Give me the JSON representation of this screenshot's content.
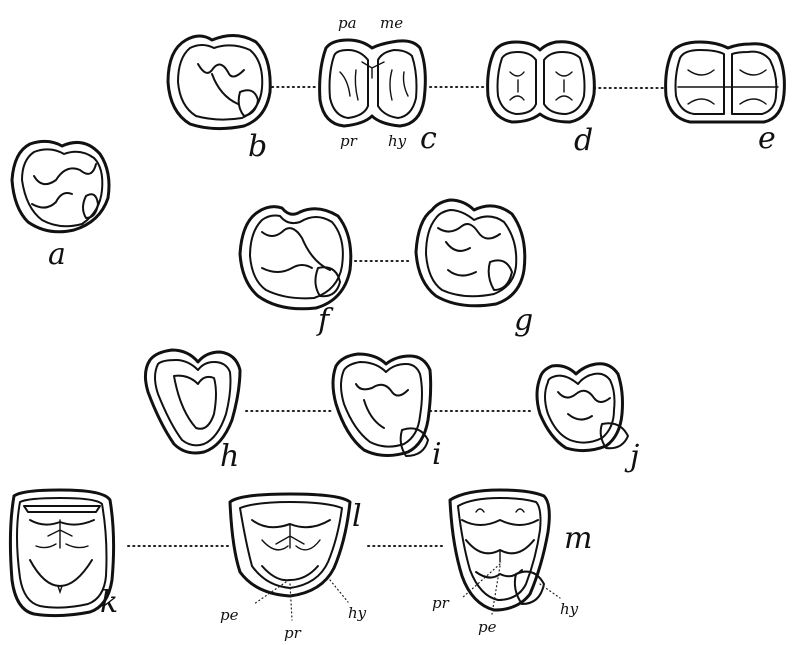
{
  "figure_labels": {
    "a": "a",
    "b": "b",
    "c": "c",
    "d": "d",
    "e": "e",
    "f": "f",
    "g": "g",
    "h": "h",
    "i": "i",
    "j": "j",
    "k": "k",
    "l": "l",
    "m": "m"
  },
  "cusp_labels": {
    "c_pa": "pa",
    "c_me": "me",
    "c_pr": "pr",
    "c_hy": "hy",
    "l_pe": "pe",
    "l_pr": "pr",
    "l_hy": "hy",
    "m_pr": "pr",
    "m_pe": "pe",
    "m_hy": "hy"
  }
}
